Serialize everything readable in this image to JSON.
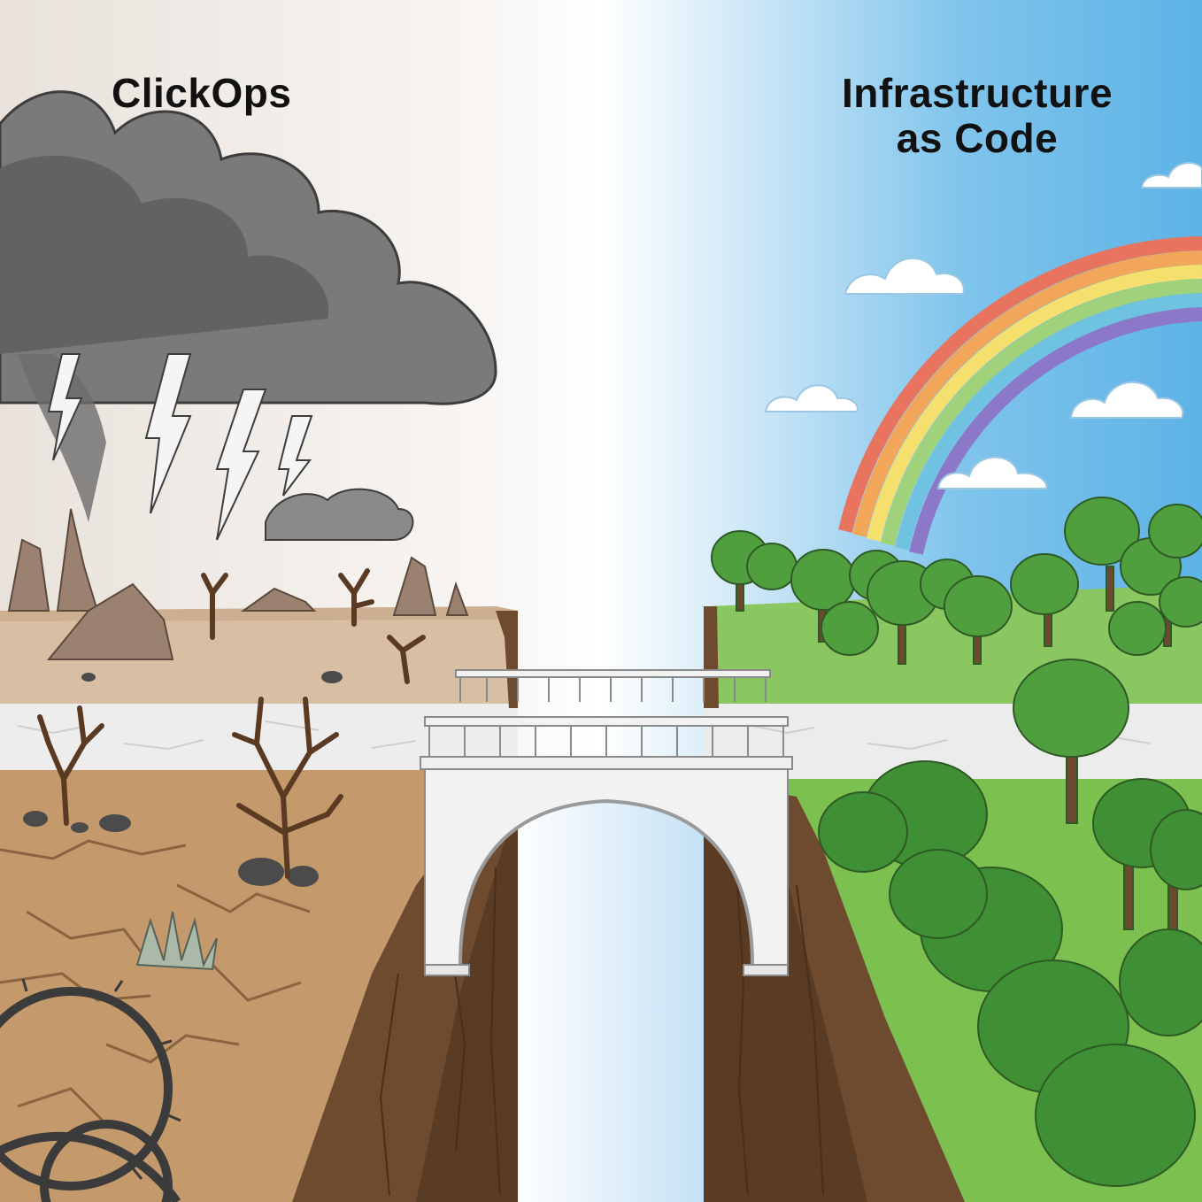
{
  "left_side": {
    "title": "ClickOps"
  },
  "right_side": {
    "title_line1": "Infrastructure",
    "title_line2": "as Code"
  },
  "colors": {
    "storm_cloud": "#7a7a7a",
    "barren_ground": "#c49a6c",
    "dirt_wall": "#6e4a2e",
    "sky_blue": "#6bbbe8",
    "grass": "#7cc04f",
    "tree_green": "#3f8f34",
    "bridge": "#f2f2f2",
    "waterfall": "#e8f2fa"
  },
  "icons": [
    "storm-cloud-icon",
    "lightning-icon",
    "dead-tree-icon",
    "rock-icon",
    "thorn-vine-icon",
    "rainbow-icon",
    "cloud-icon",
    "tree-icon",
    "bridge-icon"
  ]
}
